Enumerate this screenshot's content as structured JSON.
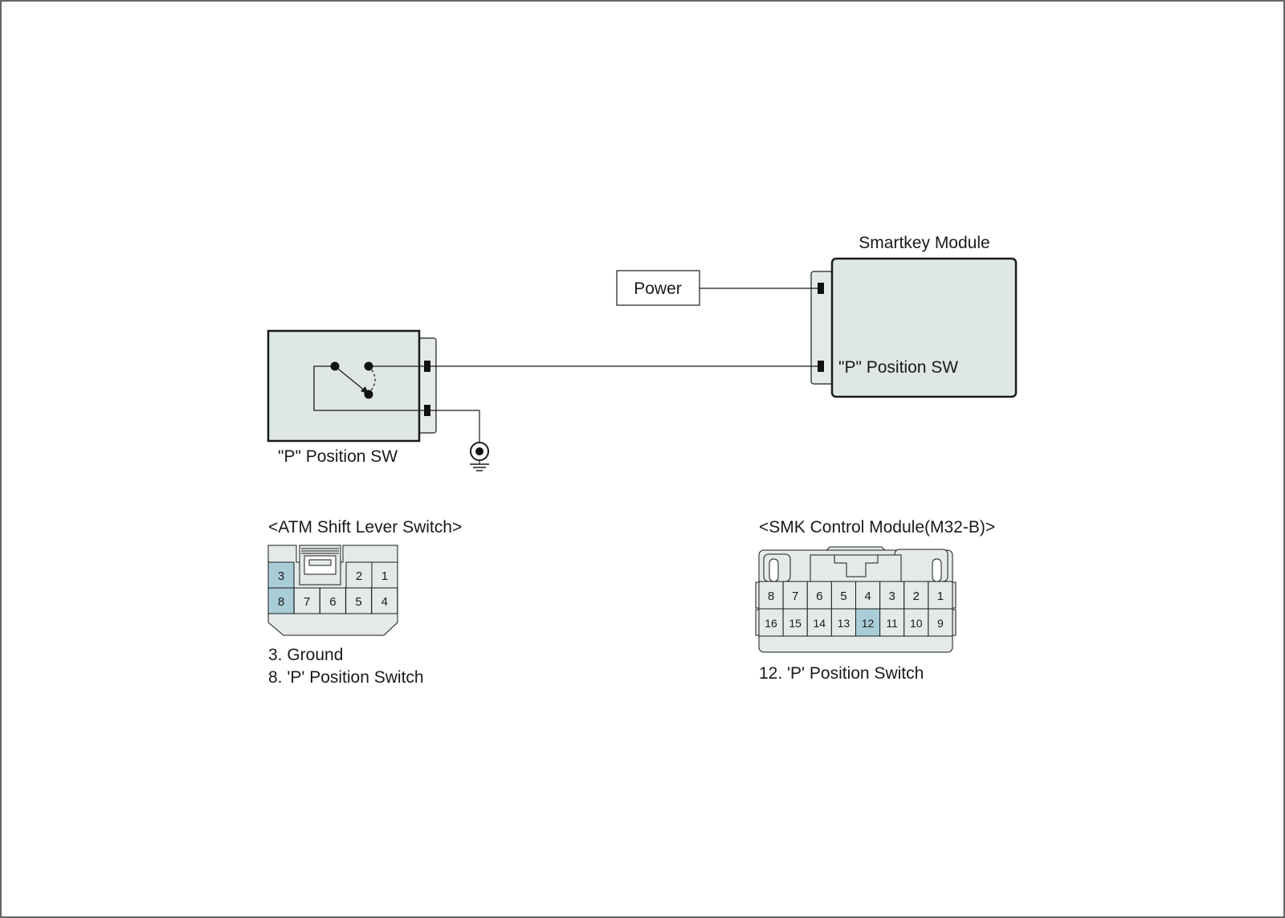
{
  "colors": {
    "module_fill": "#dfe6e6",
    "connector_fill": "#e4eaea",
    "pin_highlight": "#a9cdd6",
    "line": "#1a1a1a"
  },
  "schematic": {
    "smartkey_module_title": "Smartkey Module",
    "power_label": "Power",
    "module_pin_label": "\"P\" Position SW",
    "switch_label": "\"P\" Position SW",
    "ground_symbol": "ground-icon"
  },
  "atm_connector": {
    "title": "<ATM Shift Lever Switch>",
    "top_row": [
      "3",
      "2",
      "1"
    ],
    "bottom_row": [
      "8",
      "7",
      "6",
      "5",
      "4"
    ],
    "highlighted": [
      "3",
      "8"
    ],
    "legend": [
      "3. Ground",
      "8. 'P' Position Switch"
    ]
  },
  "smk_connector": {
    "title": "<SMK Control Module(M32-B)>",
    "top_row": [
      "8",
      "7",
      "6",
      "5",
      "4",
      "3",
      "2",
      "1"
    ],
    "bottom_row": [
      "16",
      "15",
      "14",
      "13",
      "12",
      "11",
      "10",
      "9"
    ],
    "highlighted": [
      "12"
    ],
    "legend": [
      "12. 'P' Position Switch"
    ]
  }
}
